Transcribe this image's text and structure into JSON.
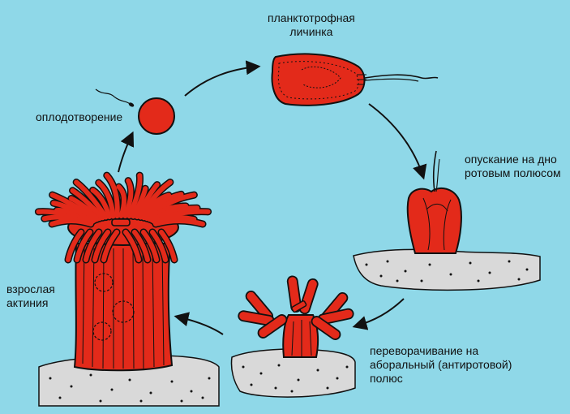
{
  "labels": {
    "larva": [
      "планктотрофная",
      "личинка"
    ],
    "settling": [
      "опускание на дно",
      "ротовым полюсом"
    ],
    "flipping": [
      "переворачивание на",
      "аборальный (антиротовой)",
      "полюс"
    ],
    "adult": [
      "взрослая",
      "актиния"
    ],
    "fertilization": "оплодотворение"
  },
  "colors": {
    "background": "#8fd8e8",
    "body": "#e32a1a",
    "outline": "#111111",
    "substrate": "#d9d9d9"
  }
}
